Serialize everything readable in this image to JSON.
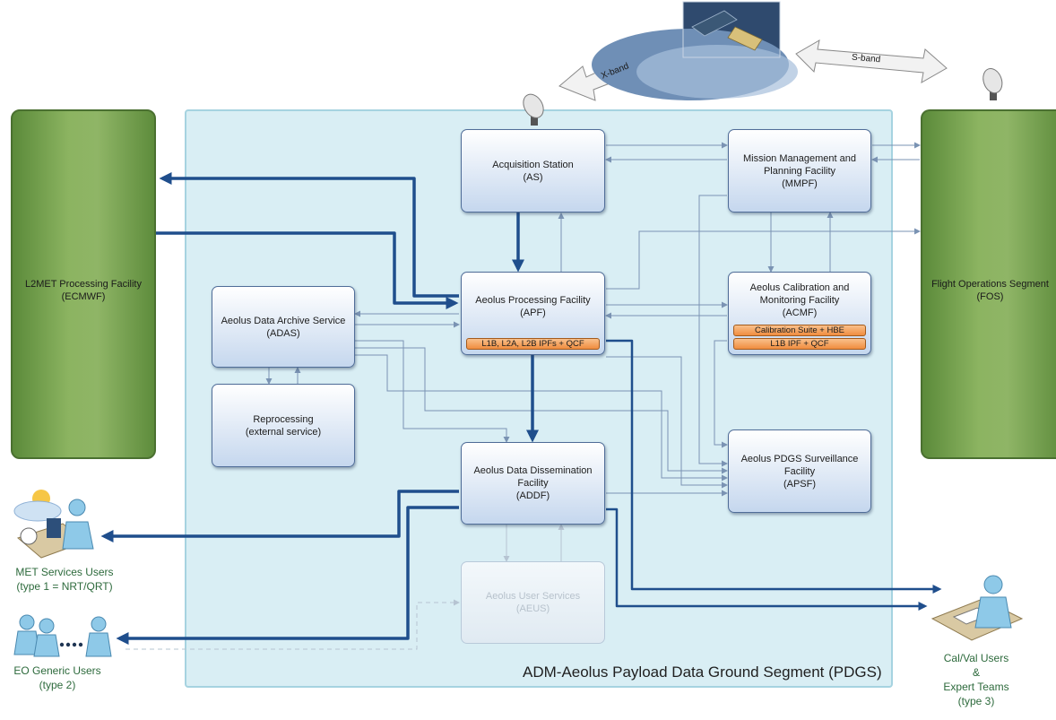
{
  "segment_label": "ADM-Aeolus Payload Data Ground Segment (PDGS)",
  "bands": {
    "x_band": "X-band",
    "s_band": "S-band"
  },
  "l2met": {
    "title": "L2MET Processing Facility",
    "org": "(ECMWF)"
  },
  "fos": {
    "title": "Flight Operations Segment",
    "abbr": "(FOS)"
  },
  "as": {
    "line1": "Acquisition Station",
    "abbr": "(AS)"
  },
  "mmpf": {
    "line1": "Mission Management and",
    "line2": "Planning Facility",
    "abbr": "(MMPF)"
  },
  "apf": {
    "line1": "Aeolus Processing Facility",
    "abbr": "(APF)",
    "tag": "L1B, L2A, L2B IPFs + QCF"
  },
  "acmf": {
    "line1": "Aeolus Calibration and",
    "line2": "Monitoring Facility",
    "abbr": "(ACMF)",
    "tag1": "Calibration Suite + HBE",
    "tag2": "L1B IPF + QCF"
  },
  "adas": {
    "line1": "Aeolus Data Archive Service",
    "abbr": "(ADAS)"
  },
  "repro": {
    "line1": "Reprocessing",
    "line2": "(external service)"
  },
  "addf": {
    "line1": "Aeolus Data Dissemination",
    "line2": "Facility",
    "abbr": "(ADDF)"
  },
  "apsf": {
    "line1": "Aeolus PDGS Surveillance",
    "line2": "Facility",
    "abbr": "(APSF)"
  },
  "aeus": {
    "line1": "Aeolus User Services",
    "abbr": "(AEUS)"
  },
  "met_users": {
    "line1": "MET Services Users",
    "line2": "(type 1 = NRT/QRT)"
  },
  "eo_users": {
    "line1": "EO Generic Users",
    "line2": "(type 2)"
  },
  "calval_users": {
    "line1": "Cal/Val Users",
    "line2": "&",
    "line3": "Expert Teams",
    "line4": "(type 3)"
  },
  "colors": {
    "panel": "#d9eef4",
    "green": "#8cb461",
    "box_border": "#506d98",
    "thick_arrow": "#1f4e8c",
    "thin_arrow": "#7a93b3",
    "tag": "#f4a261",
    "user_text": "#2d6a3c"
  }
}
